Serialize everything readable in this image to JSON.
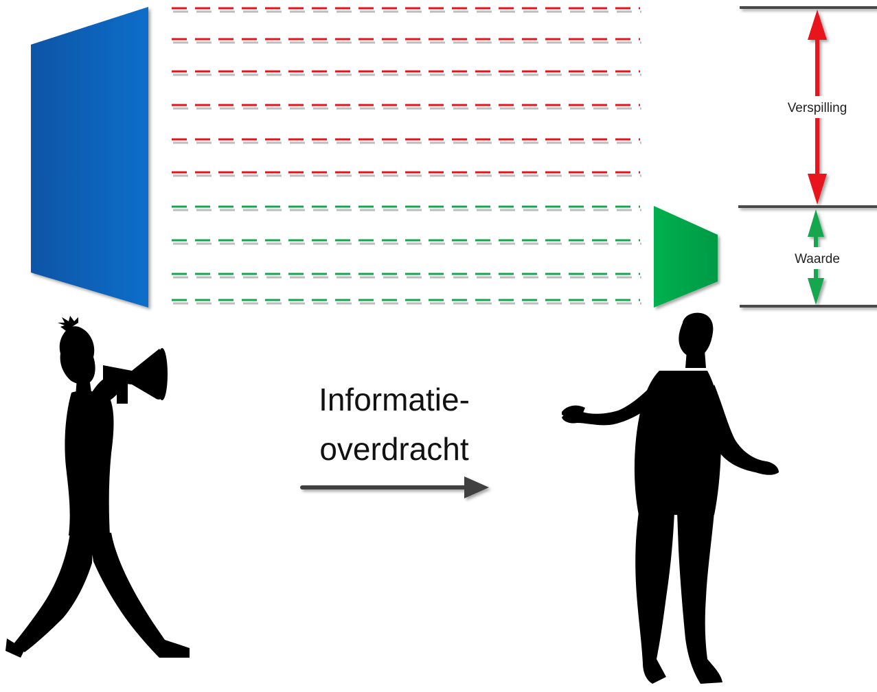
{
  "labels": {
    "waste": "Verspilling",
    "value": "Waarde",
    "transfer_line1": "Informatie-",
    "transfer_line2": "overdracht"
  },
  "colors": {
    "sender_panel": "#0b63b8",
    "receiver_panel": "#00a651",
    "waste_line": "#e8121a",
    "value_line": "#12a64e",
    "waste_arrow": "#e8121a",
    "value_arrow": "#12a64e",
    "transfer_arrow": "#404040",
    "bracket_line": "#555555",
    "silhouette": "#000000"
  },
  "signal": {
    "waste_lines": 6,
    "value_lines": 4
  },
  "icons": {
    "sender": "person-with-megaphone-icon",
    "receiver": "shrugging-person-icon"
  }
}
